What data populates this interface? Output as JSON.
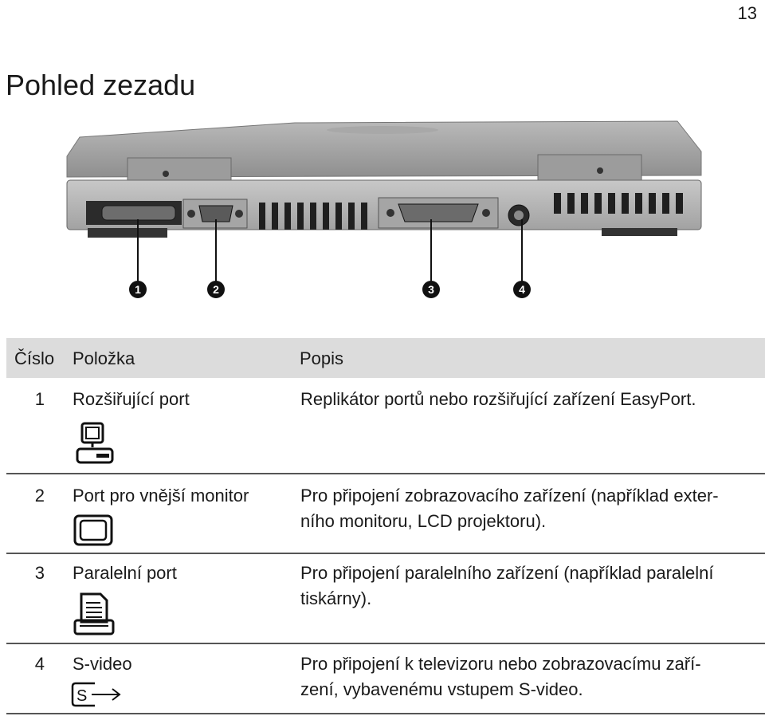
{
  "page_number": "13",
  "title": "Pohled zezadu",
  "figure": {
    "callouts": [
      "1",
      "2",
      "3",
      "4"
    ]
  },
  "table": {
    "headers": {
      "number": "Číslo",
      "item": "Položka",
      "description": "Popis"
    },
    "rows": [
      {
        "number": "1",
        "item": "Rozšiřující port",
        "icon": "docking-computer-icon",
        "description": [
          "Replikátor portů nebo rozšiřující zařízení EasyPort."
        ]
      },
      {
        "number": "2",
        "item": "Port pro vnější monitor",
        "icon": "monitor-icon",
        "description": [
          "Pro připojení zobrazovacího zařízení (například exter-",
          "ního monitoru, LCD projektoru)."
        ]
      },
      {
        "number": "3",
        "item": "Paralelní port",
        "icon": "printer-icon",
        "description": [
          "Pro připojení paralelního zařízení (například paralelní",
          "tiskárny)."
        ]
      },
      {
        "number": "4",
        "item": "S-video",
        "icon": "s-video-icon",
        "icon_text": "S",
        "description": [
          "Pro připojení k televizoru nebo zobrazovacímu zaří-",
          "zení, vybavenému vstupem S-video."
        ]
      }
    ]
  }
}
